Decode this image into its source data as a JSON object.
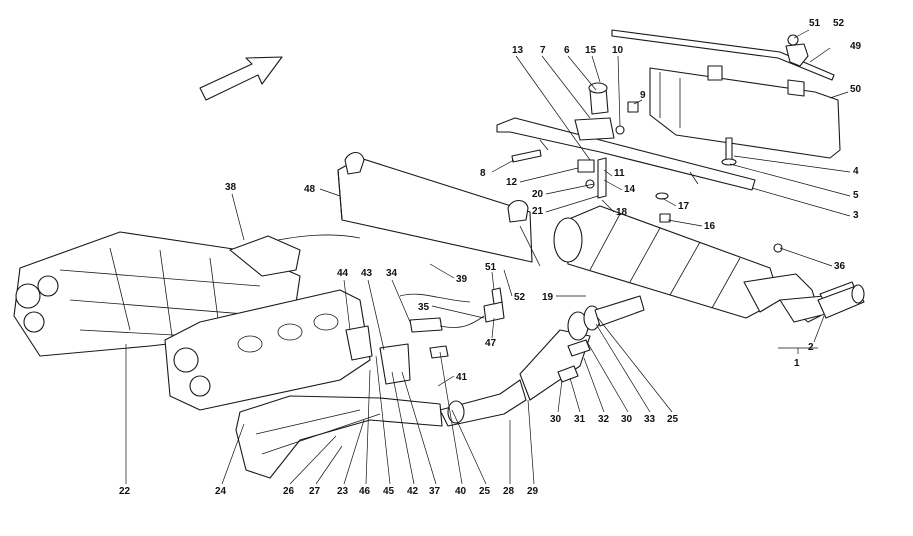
{
  "callouts": [
    {
      "n": "51"
    },
    {
      "n": "52"
    },
    {
      "n": "49"
    },
    {
      "n": "50"
    },
    {
      "n": "13"
    },
    {
      "n": "7"
    },
    {
      "n": "6"
    },
    {
      "n": "15"
    },
    {
      "n": "10"
    },
    {
      "n": "9"
    },
    {
      "n": "4"
    },
    {
      "n": "11"
    },
    {
      "n": "8"
    },
    {
      "n": "12"
    },
    {
      "n": "14"
    },
    {
      "n": "5"
    },
    {
      "n": "20"
    },
    {
      "n": "17"
    },
    {
      "n": "21"
    },
    {
      "n": "18"
    },
    {
      "n": "3"
    },
    {
      "n": "16"
    },
    {
      "n": "48"
    },
    {
      "n": "38"
    },
    {
      "n": "36"
    },
    {
      "n": "44"
    },
    {
      "n": "43"
    },
    {
      "n": "34"
    },
    {
      "n": "39"
    },
    {
      "n": "52"
    },
    {
      "n": "51"
    },
    {
      "n": "19"
    },
    {
      "n": "35"
    },
    {
      "n": "47"
    },
    {
      "n": "2"
    },
    {
      "n": "1"
    },
    {
      "n": "41"
    },
    {
      "n": "30"
    },
    {
      "n": "31"
    },
    {
      "n": "32"
    },
    {
      "n": "30"
    },
    {
      "n": "33"
    },
    {
      "n": "25"
    },
    {
      "n": "22"
    },
    {
      "n": "24"
    },
    {
      "n": "26"
    },
    {
      "n": "27"
    },
    {
      "n": "23"
    },
    {
      "n": "46"
    },
    {
      "n": "45"
    },
    {
      "n": "42"
    },
    {
      "n": "37"
    },
    {
      "n": "40"
    },
    {
      "n": "25"
    },
    {
      "n": "28"
    },
    {
      "n": "29"
    }
  ]
}
